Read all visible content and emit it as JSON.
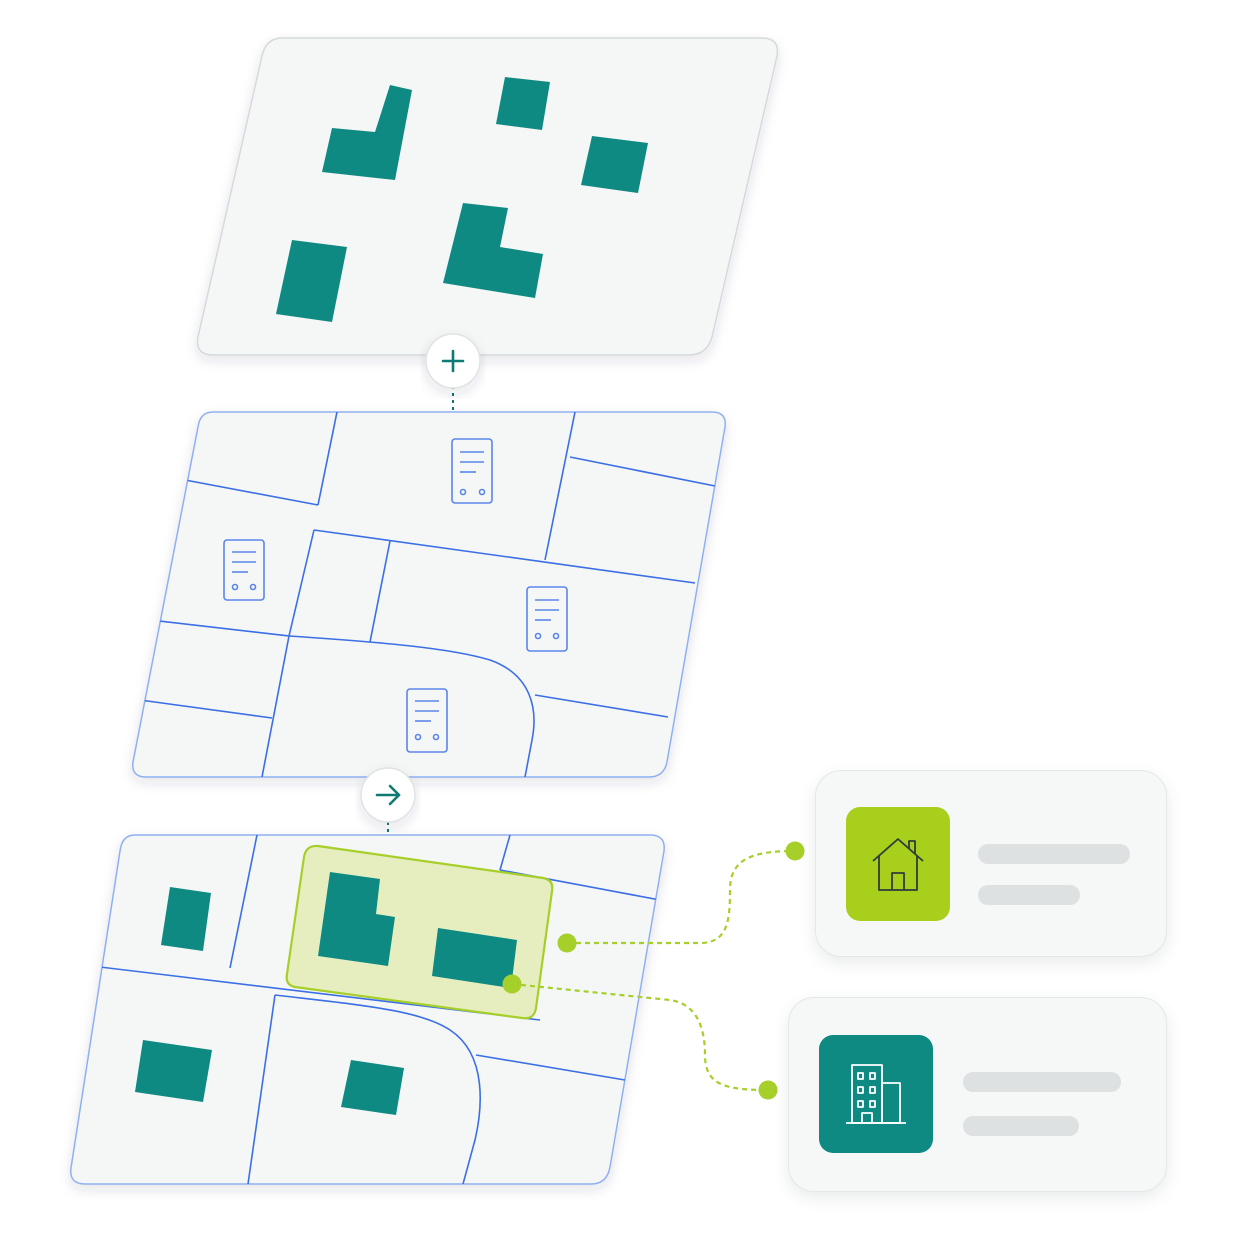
{
  "colors": {
    "background": "#ffffff",
    "panel_fill": "#f5f6f6",
    "panel_border": "#d5d9db",
    "building_teal": "#0f8a83",
    "parcel_line_blue": "#3b6fe6",
    "document_icon_blue": "#5b85ea",
    "connector_teal": "#0f7a74",
    "highlight_green": "#a6cf2a",
    "highlight_fill": "#e3ecb6",
    "placeholder_gray": "#dde1e1"
  },
  "panels": {
    "buildings_layer": {
      "description_icon": "building-footprints"
    },
    "parcels_layer": {
      "document_icon": "document-icon",
      "document_count": 4
    },
    "combined_layer": {
      "highlight": "selected-parcel"
    }
  },
  "connectors": {
    "top_icon": "plus-icon",
    "middle_icon": "arrow-right-icon"
  },
  "cards": {
    "residential": {
      "icon": "house-icon",
      "icon_color": "#a8cf1c"
    },
    "commercial": {
      "icon": "office-building-icon",
      "icon_color": "#0f8a83"
    }
  }
}
